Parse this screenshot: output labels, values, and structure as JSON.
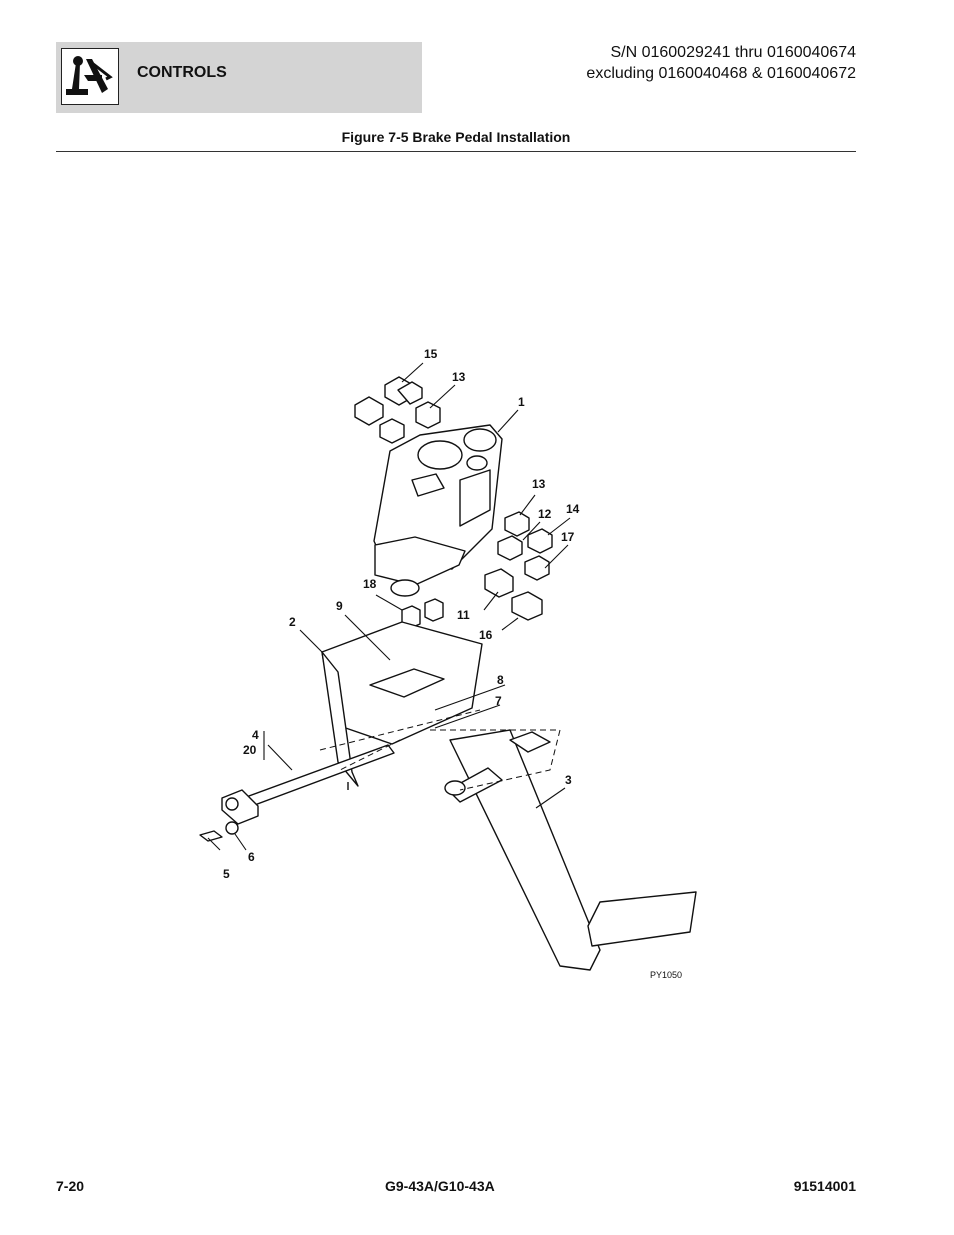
{
  "header": {
    "section_title": "CONTROLS",
    "serial_line1": "S/N 0160029241 thru 0160040674",
    "serial_line2": "excluding 0160040468 & 0160040672",
    "logo_icon": "joystick-control-icon"
  },
  "figure": {
    "title": "Figure 7-5 Brake Pedal Installation",
    "drawing_code": "PY1050",
    "callouts": {
      "c1": "1",
      "c2": "2",
      "c3": "3",
      "c4": "4",
      "c5": "5",
      "c6": "6",
      "c7": "7",
      "c8": "8",
      "c9": "9",
      "c11": "11",
      "c12": "12",
      "c13a": "13",
      "c13b": "13",
      "c14": "14",
      "c15": "15",
      "c16": "16",
      "c17": "17",
      "c18": "18",
      "c20": "20"
    }
  },
  "footer": {
    "page_number": "7-20",
    "model": "G9-43A/G10-43A",
    "doc_number": "91514001"
  }
}
